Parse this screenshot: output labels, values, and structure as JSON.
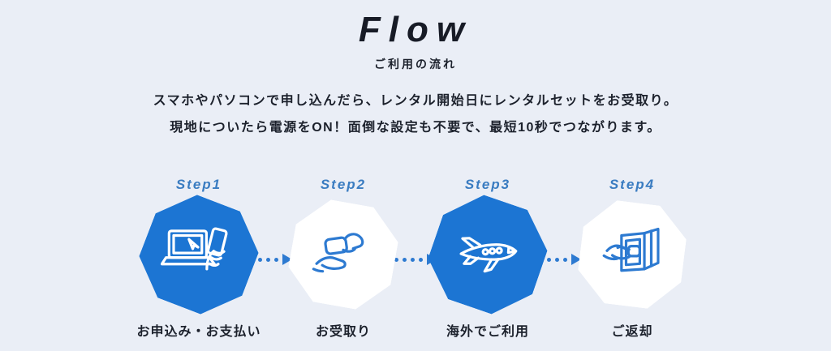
{
  "header": {
    "title": "Flow",
    "subtitle": "ご利用の流れ"
  },
  "description": {
    "line1": "スマホやパソコンで申し込んだら、レンタル開始日にレンタルセットをお受取り。",
    "line2": "現地についたら電源をON！面倒な設定も不要で、最短10秒でつながります。"
  },
  "colors": {
    "background": "#eaeef6",
    "accent_blue": "#1c75d3",
    "step_label_blue": "#3a7cc1",
    "icon_stroke_blue": "#2d7ad1",
    "text_dark": "#1c212c",
    "white": "#ffffff"
  },
  "steps": [
    {
      "label": "Step1",
      "caption": "お申込み・お支払い",
      "icon": "laptop-and-phone-icon",
      "shape": "blue-octagon"
    },
    {
      "label": "Step2",
      "caption": "お受取り",
      "icon": "handover-hands-icon",
      "shape": "white-octagon"
    },
    {
      "label": "Step3",
      "caption": "海外でご利用",
      "icon": "airplane-icon",
      "shape": "blue-octagon"
    },
    {
      "label": "Step4",
      "caption": "ご返却",
      "icon": "return-box-icon",
      "shape": "white-octagon"
    }
  ]
}
